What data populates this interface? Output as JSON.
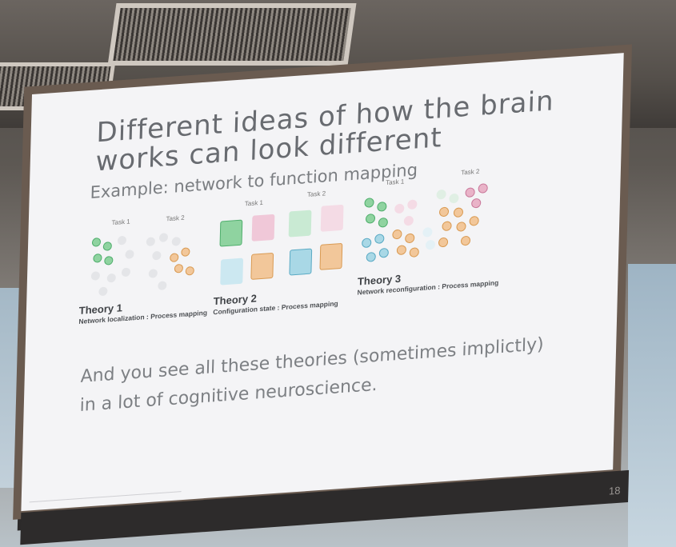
{
  "slide": {
    "title_line1": "Different ideas of how the brain",
    "title_line2": "works can look different",
    "subtitle": "Example: network to function mapping",
    "theories": [
      {
        "name": "Theory 1",
        "desc": "Network localization : Process mapping",
        "task1": "Task 1",
        "task2": "Task 2"
      },
      {
        "name": "Theory 2",
        "desc": "Configuration state : Process mapping",
        "task1": "Task 1",
        "task2": "Task 2"
      },
      {
        "name": "Theory 3",
        "desc": "Network reconfiguration : Process mapping",
        "task1": "Task 1",
        "task2": "Task 2"
      }
    ],
    "conclusion_line1": "And you see all these theories (sometimes implictly)",
    "conclusion_line2": "in a lot of cognitive neuroscience.",
    "page_number": "18"
  },
  "colors": {
    "green": "#8fd3a0",
    "pink": "#e9b3c8",
    "blue": "#a9d8e6",
    "orange": "#f2c79a",
    "gray": "#d8d9dc"
  }
}
